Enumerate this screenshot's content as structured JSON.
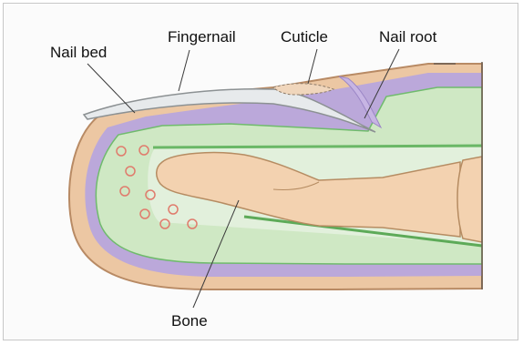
{
  "labels": {
    "nail_bed": "Nail bed",
    "fingernail": "Fingernail",
    "cuticle": "Cuticle",
    "nail_root": "Nail root",
    "bone": "Bone"
  },
  "colors": {
    "skin": "#ecc7a3",
    "skin_outline": "#b88a64",
    "dermis": "#bba8da",
    "soft_tissue": "#cfe8c4",
    "tissue_green": "#8fd08a",
    "bone": "#f3d2b0",
    "nail": "#e7eaec",
    "cells": "#e07b6c"
  }
}
